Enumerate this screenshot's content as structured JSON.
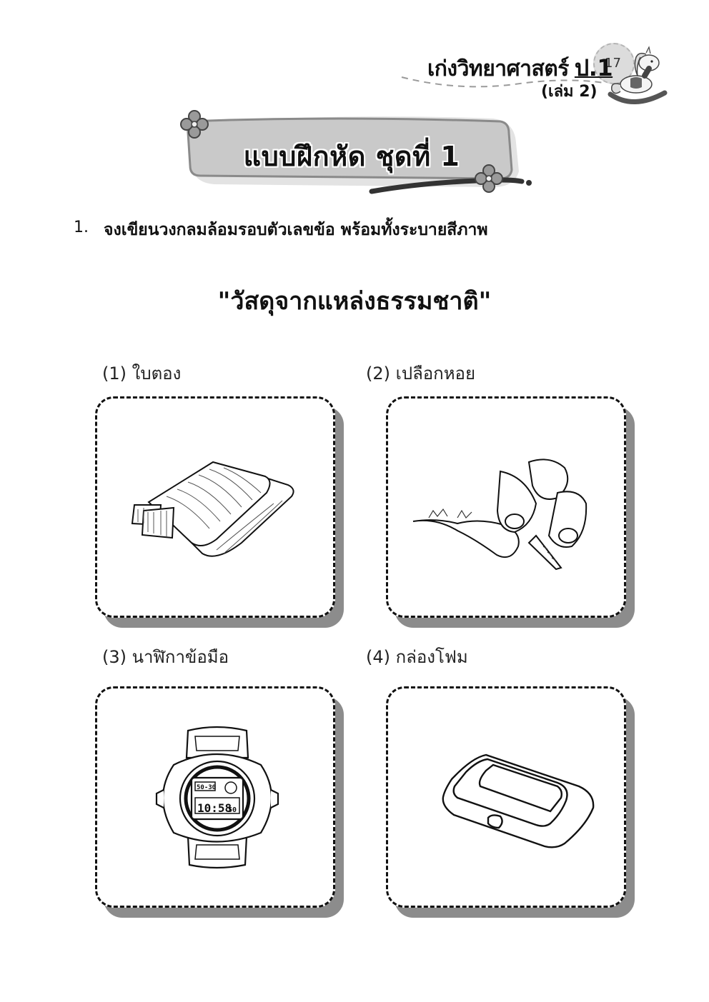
{
  "header": {
    "book_title": "เก่งวิทยาศาสตร์",
    "grade": "ป.1",
    "volume": "(เล่ม 2)",
    "page_number": "17",
    "mascot_icon": "rocking-horse-icon"
  },
  "banner": {
    "title": "แบบฝึกหัด ชุดที่ 1",
    "decoration_icon": "flower-icon"
  },
  "question": {
    "number": "1.",
    "instruction": "จงเขียนวงกลมล้อมรอบตัวเลขข้อ พร้อมทั้งระบายสีภาพ"
  },
  "topic": "\"วัสดุจากแหล่งธรรมชาติ\"",
  "items": [
    {
      "label": "(1) ใบตอง",
      "icon": "banana-leaf-icon"
    },
    {
      "label": "(2) เปลือกหอย",
      "icon": "seashell-icon"
    },
    {
      "label": "(3) นาฬิกาข้อมือ",
      "icon": "wristwatch-icon",
      "watch_display": {
        "top": "50-30",
        "time": "10:58",
        "seconds": "50"
      }
    },
    {
      "label": "(4) กล่องโฟม",
      "icon": "foam-box-icon"
    }
  ],
  "colors": {
    "banner_fill": "#c9c9c9",
    "card_shadow": "#8c8c8c",
    "text": "#111111"
  }
}
